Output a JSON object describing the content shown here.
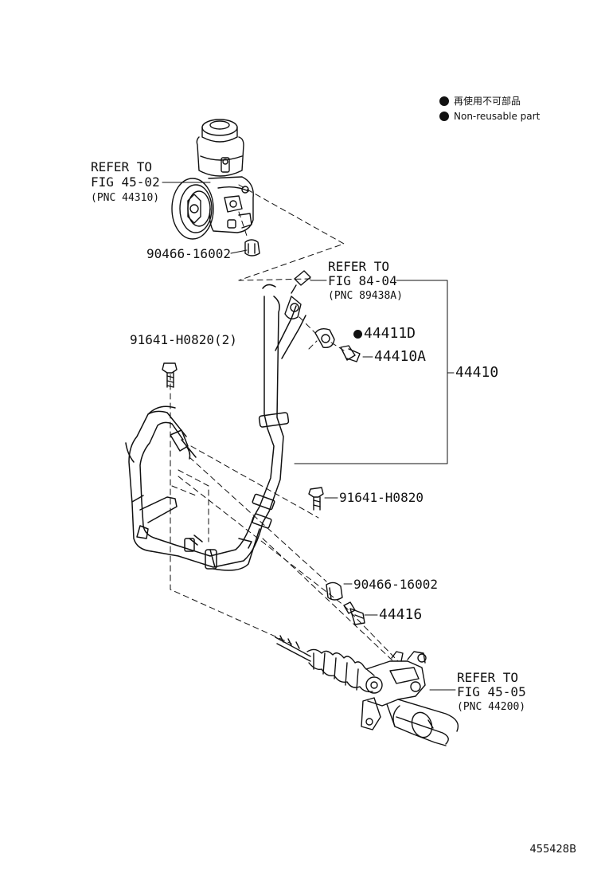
{
  "legend": [
    {
      "icon": "filled-circle-icon",
      "text": "再使用不可部品"
    },
    {
      "icon": "filled-circle-icon",
      "text": "Non-reusable part"
    }
  ],
  "refs": {
    "pump": {
      "line1": "REFER TO",
      "line2": "FIG 45-02",
      "line3": "(PNC 44310)"
    },
    "hose_end": {
      "line1": "REFER TO",
      "line2": "FIG 84-04",
      "line3": "(PNC 89438A)"
    },
    "gear": {
      "line1": "REFER TO",
      "line2": "FIG 45-05",
      "line3": "(PNC 44200)"
    }
  },
  "parts": {
    "clip_upper": "90466-16002",
    "bolt_two": "91641-H0820(2)",
    "gasket": "44411D",
    "union_bolt": "44410A",
    "hose_assy": "44410",
    "bolt_single": "91641-H0820",
    "clip_lower": "90466-16002",
    "union": "44416"
  },
  "image_code": "455428B"
}
